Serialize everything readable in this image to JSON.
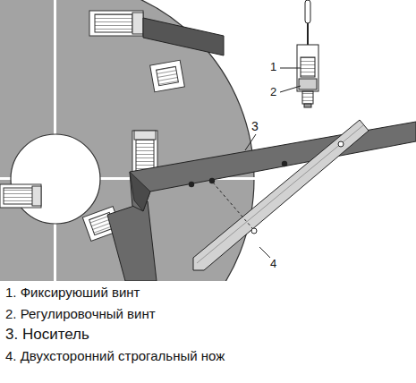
{
  "diagram": {
    "labels": [
      "1",
      "2",
      "3",
      "4",
      "1. Фиксируюший винт",
      "2. Регулировочный винт",
      "3. Носитель",
      "4. Двухсторонний строгальный нож"
    ]
  }
}
